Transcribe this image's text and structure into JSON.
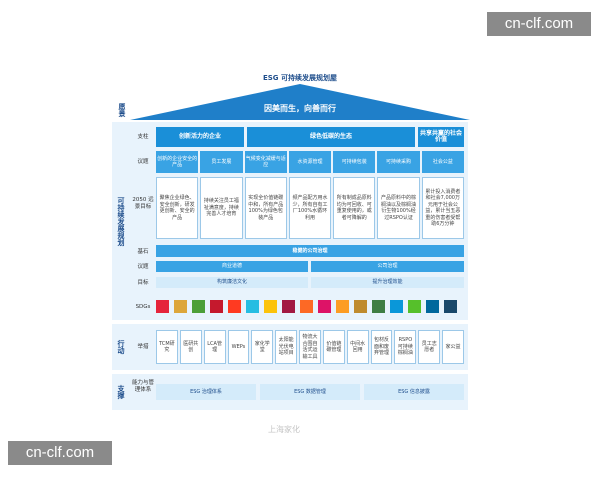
{
  "watermark": {
    "top": "cn-clf.com",
    "bottom": "cn-clf.com"
  },
  "title": "ESG 可持续发展规划屋",
  "vision": {
    "label": "愿景",
    "text": "因美而生，向善而行"
  },
  "strategy": {
    "label": "可持续发展规划",
    "pillar": {
      "label": "支柱",
      "items": [
        "创新活力的企业",
        "绿色低碳的生态",
        "共享共赢的社会价值"
      ]
    },
    "topics": {
      "label": "议题",
      "items": [
        "创新的企业安全的产品",
        "员工发展",
        "气候变化减缓与适应",
        "水资源管理",
        "可持续包装",
        "可持续采购",
        "社会公益"
      ]
    },
    "goals": {
      "label": "2050 远景目标",
      "items": [
        "聚焦企业绿色、安全创新，研发更创新、安全的产品",
        "持续关注员工福祉满意度，持续完善人才培育",
        "实现全价值链碳中和，所有产品100%为绿色包装产品",
        "频产品配方用水少，所有自有工厂100%水循环利用",
        "所有制成品原料均为可回收、可重复使用的，或者可降解的",
        "产品原料中的棕榈油以及棕榈油衍生物100%经过RSPO认证",
        "累计投入消费者和社会7,000万元用于社会公益，累计当五恶重的伤害者受帮助6万分钟"
      ]
    },
    "foundation": {
      "label": "基石",
      "text": "稳健的公司治理"
    },
    "foundation_topics": {
      "label": "议题",
      "items": [
        "商业道德",
        "公司治理"
      ]
    },
    "foundation_goals": {
      "label": "目标",
      "items": [
        "构筑廉洁文化",
        "提升治理效能"
      ]
    },
    "sdgs_label": "SDGs"
  },
  "sdg_colors": [
    "#e5243b",
    "#dda63a",
    "#4c9f38",
    "#c5192d",
    "#ff3a21",
    "#26bde2",
    "#fcc30b",
    "#a21942",
    "#fd6925",
    "#dd1367",
    "#fd9d24",
    "#bf8b2e",
    "#3f7e44",
    "#0a97d9",
    "#56c02b",
    "#00689d",
    "#19486a"
  ],
  "actions": {
    "label": "行动",
    "row_label": "举措",
    "items": [
      "TCM研究",
      "医研共创",
      "LCA管理",
      "WEPs",
      "家化学堂",
      "太阳能光伏电站项目",
      "物流大合围自活式运输工具",
      "价值链碳管理",
      "中间水回用",
      "包材反面和废弃管理",
      "RSPO可持续棕榈油",
      "员工志愿者",
      "家公益"
    ]
  },
  "support": {
    "label": "支撑",
    "row_label": "能力与管理体系",
    "items": [
      "ESG 治理体系",
      "ESG 数据管理",
      "ESG 信息披露"
    ]
  },
  "footer_mark": "上海家化"
}
